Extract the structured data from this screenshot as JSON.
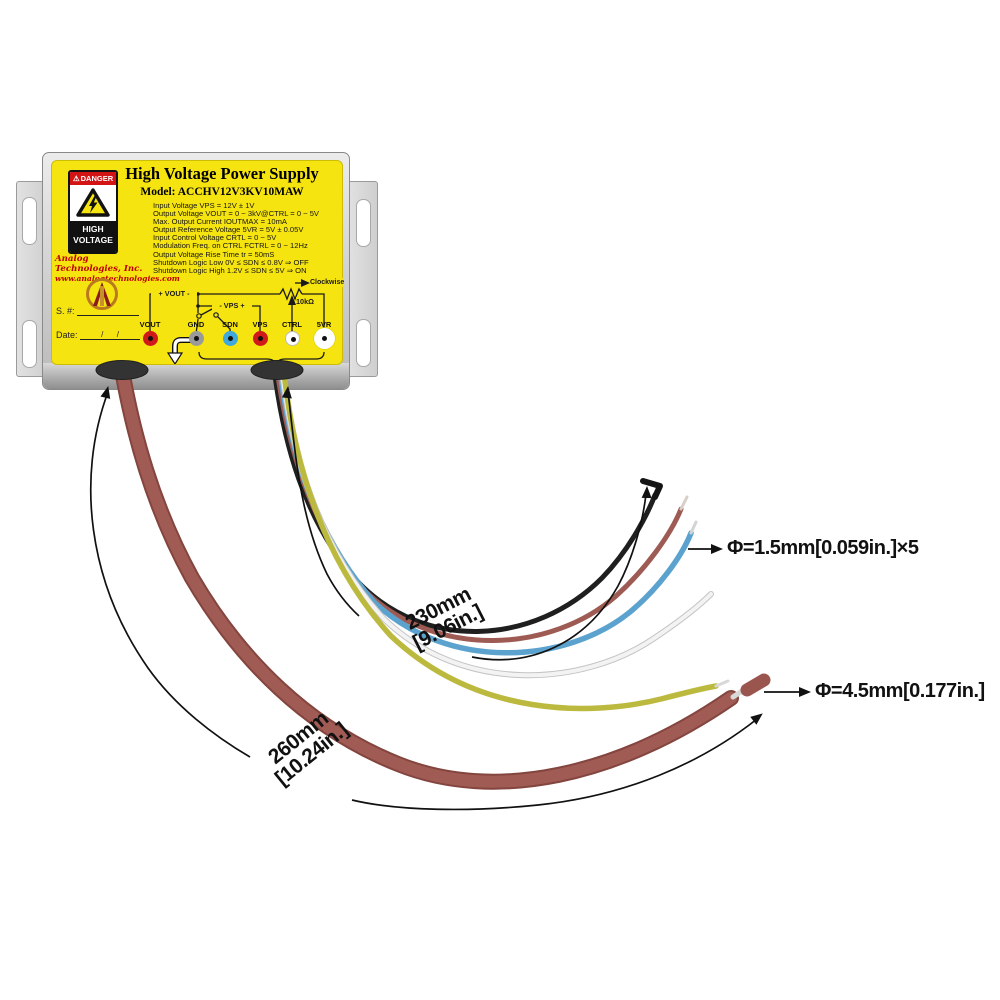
{
  "device": {
    "title": "High Voltage Power Supply",
    "model": "Model: ACCHV12V3KV10MAW",
    "specs": [
      "Input Voltage VPS = 12V ± 1V",
      "Output Voltage VOUT = 0 ~ 3kV@CTRL = 0 ~ 5V",
      "Max. Output Current IOUTMAX = 10mA",
      "Output Reference Voltage 5VR = 5V ± 0.05V",
      "Input Control Voltage CRTL = 0 ~ 5V",
      "Modulation Freq. on CTRL FCTRL = 0 ~ 12Hz",
      "Output Voltage Rise Time tr = 50mS",
      "Shutdown Logic Low 0V ≤ SDN ≤ 0.8V ⇒ OFF",
      "Shutdown Logic High 1.2V ≤ SDN ≤ 5V ⇒ ON"
    ],
    "danger": {
      "warning_icon": "⚠",
      "header": "DANGER",
      "line1": "HIGH",
      "line2": "VOLTAGE"
    },
    "company": {
      "name": "Analog Technologies, Inc.",
      "website": "www.analogtechnologies.com"
    },
    "serial_label": "S. #:",
    "date_label": "Date:",
    "date_slashes": "/      /",
    "schematic": {
      "vout_bracket": "+ VOUT -",
      "vps_bracket": "- VPS +",
      "clockwise": "Clockwise",
      "pot_value": "10kΩ"
    },
    "terminals": [
      {
        "label": "VOUT",
        "color": "#D01A1A"
      },
      {
        "label": "GND",
        "color": "#9A9A9A"
      },
      {
        "label": "SDN",
        "color": "#3FA8DD"
      },
      {
        "label": "VPS",
        "color": "#D01A1A"
      },
      {
        "label": "CTRL",
        "color": "#FFFFFF"
      },
      {
        "label": "5VR",
        "color": "#FFFFFF"
      }
    ]
  },
  "annotations": {
    "wire_length": {
      "value": "230mm",
      "inches": "[9.06in.]"
    },
    "cable_length": {
      "value": "260mm",
      "inches": "[10.24in.]"
    },
    "wire_diameter": "Φ=1.5mm[0.059in.]×5",
    "cable_diameter": "Φ=4.5mm[0.177in.]"
  },
  "colors": {
    "label_yellow": "#F6E411",
    "danger_red": "#D21414",
    "brand_red": "#C00000",
    "case_silver": "#CFCFCF",
    "hv_cable_brown": "#A05B54",
    "wire_black": "#1F1F1F",
    "wire_brown": "#9E5B53",
    "wire_blue": "#5BA3CE",
    "wire_white": "#F3F3F3",
    "wire_yellow": "#BCB93F"
  }
}
